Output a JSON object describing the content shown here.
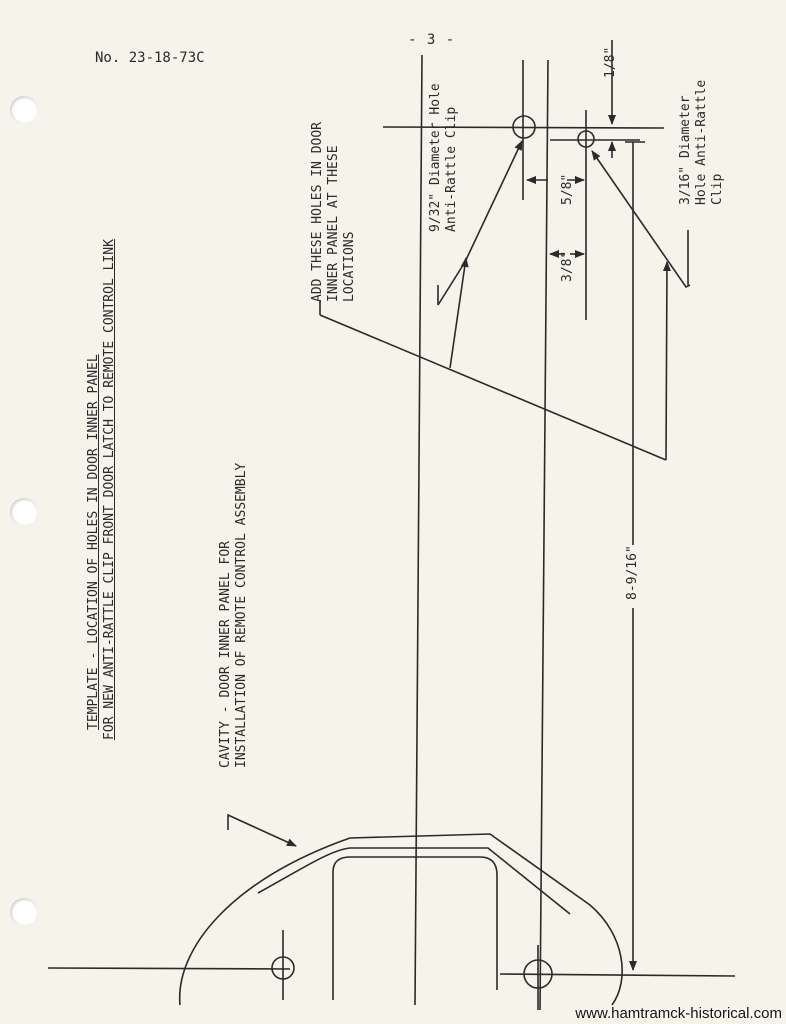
{
  "header": {
    "document_number": "No. 23-18-73C",
    "page_number": "- 3 -"
  },
  "title": {
    "line1": "TEMPLATE - LOCATION OF HOLES IN DOOR INNER PANEL",
    "line2": "FOR NEW ANTI-RATTLE CLIP FRONT DOOR LATCH TO REMOTE CONTROL LINK"
  },
  "labels": {
    "cavity_line1": "CAVITY - DOOR INNER PANEL FOR",
    "cavity_line2": "INSTALLATION OF REMOTE CONTROL ASSEMBLY",
    "add_holes_line1": "ADD THESE HOLES IN DOOR",
    "add_holes_line2": "INNER PANEL AT THESE",
    "add_holes_line3": "LOCATIONS",
    "hole_large_line1": "9/32\" Diameter Hole",
    "hole_large_line2": "Anti-Rattle Clip",
    "hole_small_line1": "3/16\" Diameter",
    "hole_small_line2": "Hole Anti-Rattle",
    "hole_small_line3": "Clip"
  },
  "dimensions": {
    "one_eighth": "1/8\"",
    "five_eighths": "5/8\"",
    "three_eighths": "3/8\"",
    "overall": "8-9/16\""
  },
  "watermark": "www.hamtramck-historical.com"
}
